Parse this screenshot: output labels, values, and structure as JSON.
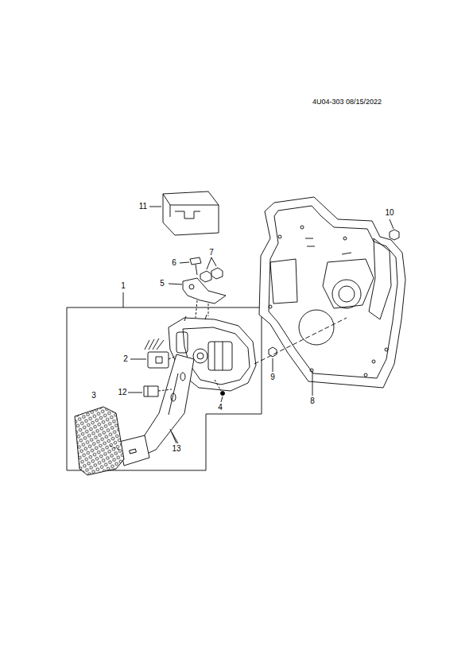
{
  "diagram": {
    "labels": [
      "4U04-303 08/15/2022",
      "11",
      "10",
      "6",
      "7",
      "5",
      "1",
      "2",
      "9",
      "8",
      "3",
      "12",
      "4",
      "13"
    ]
  }
}
